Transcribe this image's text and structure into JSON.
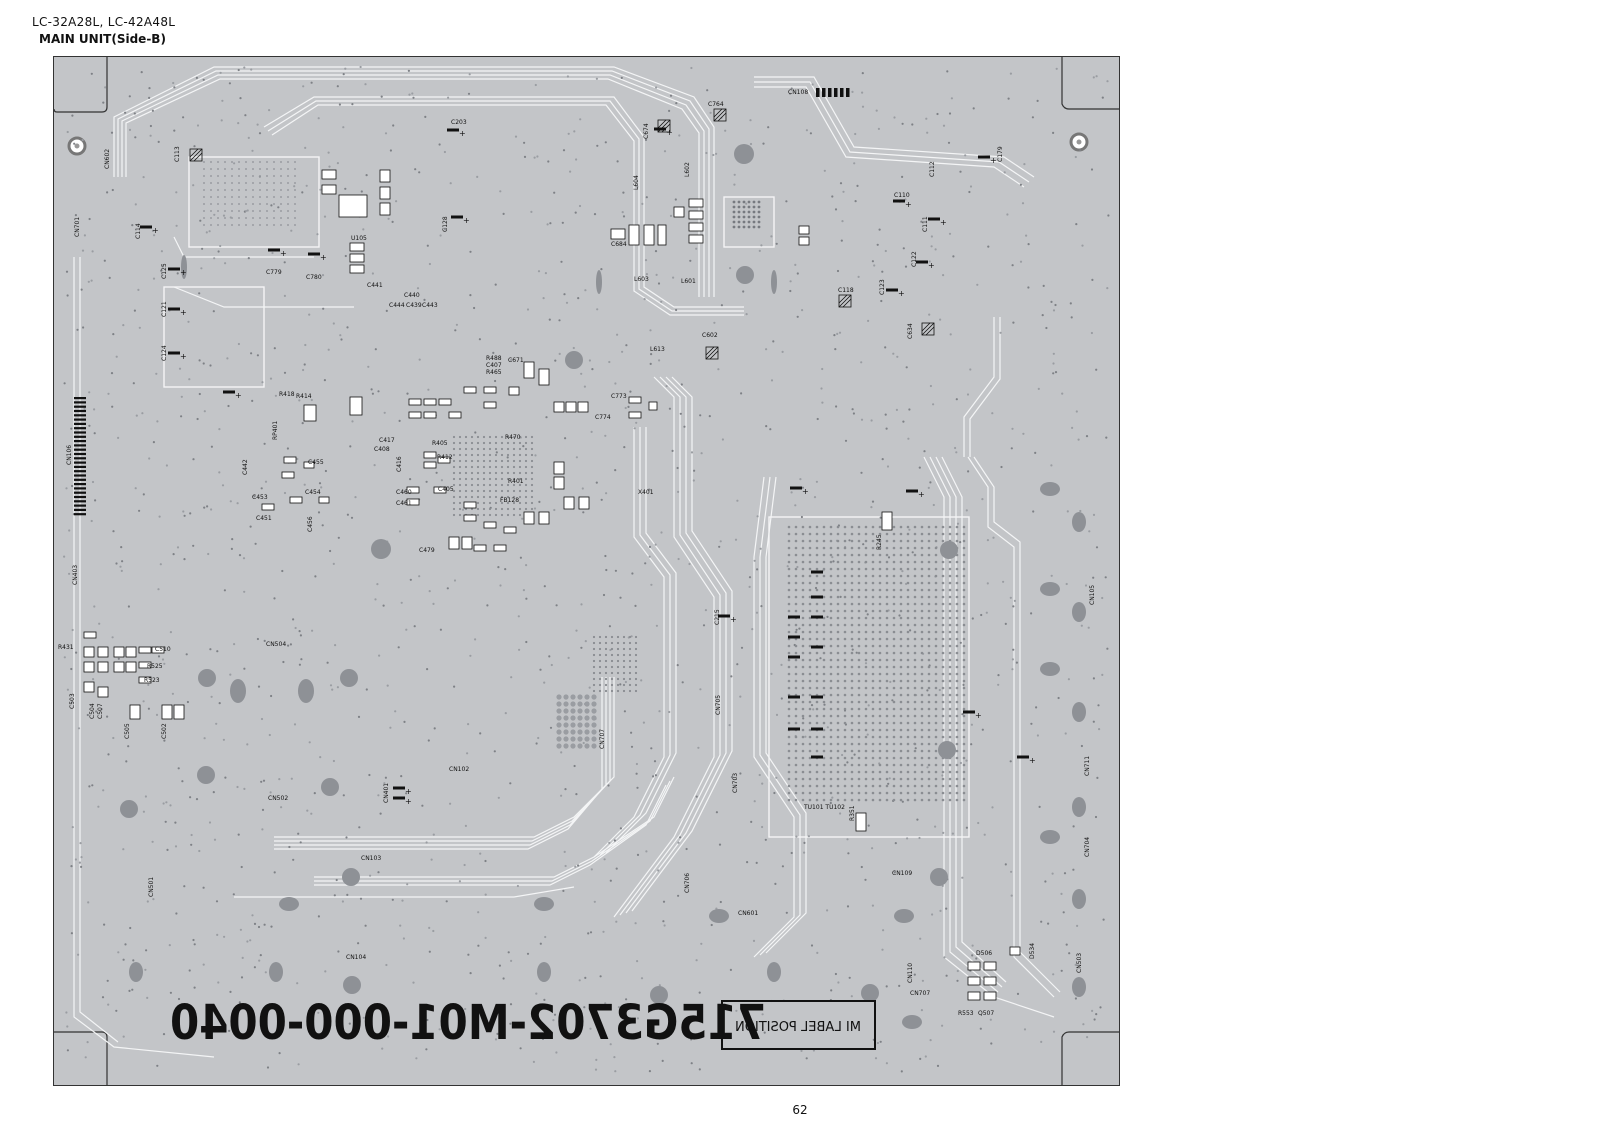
{
  "header": {
    "models": "LC-32A28L, LC-42A48L",
    "title": "MAIN UNIT(Side-B)"
  },
  "board": {
    "part_number": "715G3702-M01-000-0040",
    "label_box": "MI LABEL POSITION",
    "colors": {
      "board": "#c3c5c8",
      "trace": "#f4f5f6",
      "pad": "#8e9196",
      "component": "#111111"
    },
    "refs": {
      "cn108": "CN108",
      "c764": "C764",
      "c203": "C203",
      "c113": "C113",
      "cn602": "CN602",
      "cn701": "CN701",
      "c114": "C114",
      "c125": "C125",
      "c121": "C121",
      "c124": "C124",
      "u105": "U105",
      "c779": "C779",
      "c780": "C780",
      "c128": "C128",
      "c674": "C674",
      "l604": "L604",
      "l602": "L602",
      "l603": "L603",
      "l601": "L601",
      "l613": "L613",
      "c602": "C602",
      "c110": "C110",
      "c112": "C112",
      "c179": "C179",
      "c111": "C111",
      "c122": "C122",
      "c123": "C123",
      "c118": "C118",
      "c634": "C634",
      "c684": "C684",
      "c773": "C773",
      "c774": "C774",
      "x401": "X401",
      "c441": "C441",
      "c440": "C440",
      "c444": "C444",
      "c439": "C439",
      "c443": "C443",
      "r418": "R418",
      "r414": "R414",
      "rp401": "RP401",
      "c442": "C442",
      "c453": "C453",
      "c451": "C451",
      "c455": "C455",
      "c454": "C454",
      "c456": "C456",
      "c417": "C417",
      "c408": "C408",
      "c416": "C416",
      "c460": "C460",
      "c461": "C461",
      "c405": "C405",
      "c479": "C479",
      "r488": "R488",
      "c407": "C407",
      "r465": "R465",
      "c671": "C671",
      "fb128": "FB128",
      "cn106": "CN106",
      "cn403": "CN403",
      "cn504": "CN504",
      "r431": "R431",
      "r525": "R525",
      "r523": "R523",
      "c510": "C510",
      "c503": "C503",
      "c504": "C504",
      "c507": "C507",
      "c505": "C505",
      "c502": "C502",
      "cn102": "CN102",
      "cn502": "CN502",
      "cn401": "CN401",
      "cn707a": "CN707",
      "cn705": "CN705",
      "cn703": "CN703",
      "cn103": "CN103",
      "cn501": "CN501",
      "cn706": "CN706",
      "cn601": "CN601",
      "cn104": "CN104",
      "cn105": "CN105",
      "cn711": "CN711",
      "cn704": "CN704",
      "tu": "TU101 TU102",
      "r351": "R351",
      "cn109": "CN109",
      "cn110": "CN110",
      "cn707": "CN707",
      "cn503": "CN503",
      "d506": "D506",
      "d534": "D534",
      "r553": "R553",
      "q507": "Q507",
      "c215": "C215",
      "r245": "R245",
      "r412": "R412",
      "r405": "R405",
      "r470": "R470",
      "r401": "R401"
    }
  }
}
